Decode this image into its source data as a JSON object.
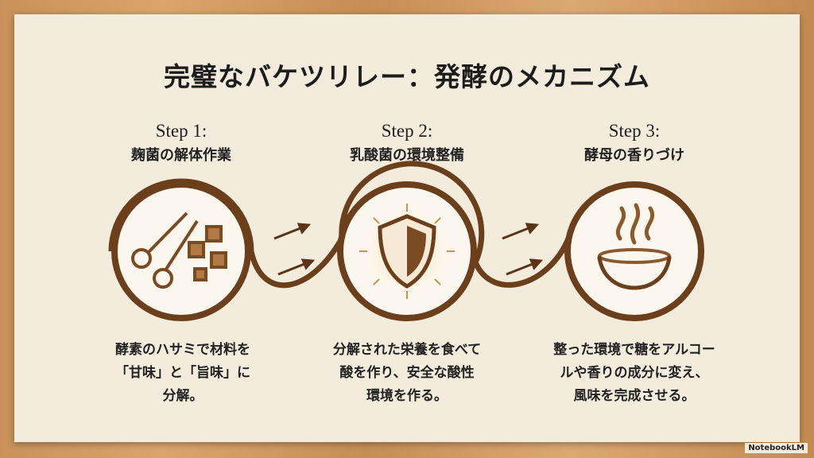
{
  "title": "完璧なバケツリレー：発酵のメカニズム",
  "steps": [
    {
      "number": "Step 1:",
      "name": "麹菌の解体作業",
      "icon": "scissors-cubes-icon",
      "desc": [
        "酵素のハサミで材料を",
        "「甘味」と「旨味」に",
        "分解。"
      ]
    },
    {
      "number": "Step 2:",
      "name": "乳酸菌の環境整備",
      "icon": "shield-icon",
      "desc": [
        "分解された栄養を食べて",
        "酸を作り、安全な酸性",
        "環境を作る。"
      ]
    },
    {
      "number": "Step 3:",
      "name": "酵母の香りづけ",
      "icon": "steaming-bowl-icon",
      "desc": [
        "整った環境で糖をアルコー",
        "ルや香りの成分に変え、",
        "風味を完成させる。"
      ]
    }
  ],
  "badge": "NotebookLM",
  "colors": {
    "ring": "#6b3f1c",
    "paper": "#f3ebdc",
    "accent": "#a8753e"
  }
}
